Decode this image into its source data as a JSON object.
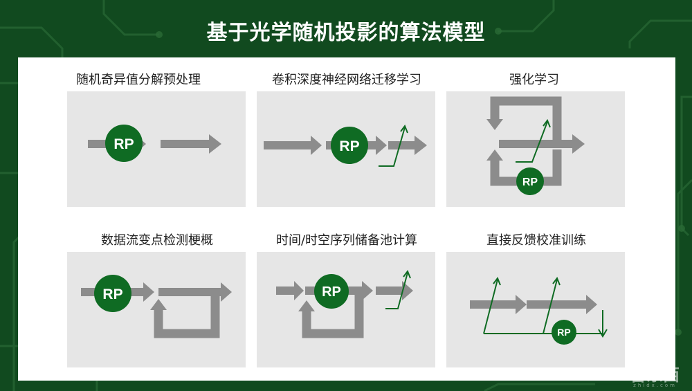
{
  "title": "基于光学随机投影的算法模型",
  "rp_label": "RP",
  "colors": {
    "background": "#114a1f",
    "box": "#e6e6e6",
    "arrow": "#8c8c8c",
    "rp": "#0f6b23",
    "text": "#222222"
  },
  "cells": [
    {
      "title": "随机奇异值分解预处理"
    },
    {
      "title": "卷积深度神经网络迁移学习"
    },
    {
      "title": "强化学习"
    },
    {
      "title": "数据流变点检测梗概"
    },
    {
      "title": "时间/时空序列储备池计算"
    },
    {
      "title": "直接反馈校准训练"
    }
  ],
  "watermark": {
    "text": "智东西",
    "sub": "zhidx.com"
  }
}
